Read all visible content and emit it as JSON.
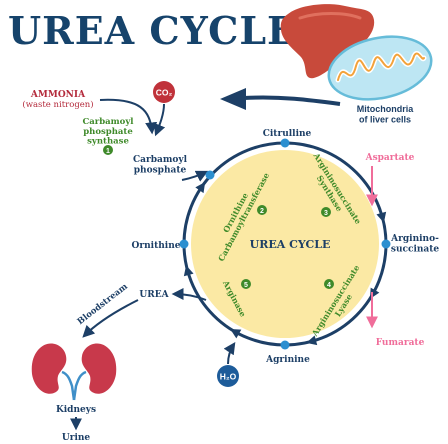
{
  "title": "UREA CYCLE",
  "source": {
    "label": "Mitochondria\nof liver cells"
  },
  "inputs": {
    "ammonia": "AMMONIA",
    "ammonia_sub": "(waste nitrogen)",
    "co2": "CO₂",
    "h2o": "H₂O"
  },
  "enzymes": [
    {
      "number": "1",
      "name": "Carbamoyl\nphosphate\nsynthase"
    },
    {
      "number": "2",
      "name": "Ornithine\nCarbamoyltransferase"
    },
    {
      "number": "3",
      "name": "Argininosuccinate\nSynthase"
    },
    {
      "number": "4",
      "name": "Argininosuccinate\nLyase"
    },
    {
      "number": "5",
      "name": "Arginase"
    }
  ],
  "metabolites": {
    "carbamoyl_phosphate": "Carbamoyl\nphosphate",
    "citrulline": "Citrulline",
    "aspartate": "Aspartate",
    "argininosuccinate": "Arginino-\nsuccinate",
    "fumarate": "Fumarate",
    "arginine": "Agrinine",
    "ornithine": "Ornithine",
    "urea": "UREA"
  },
  "center_label": "UREA CYCLE",
  "excretion": {
    "bloodstream": "Bloodstream",
    "kidneys": "Kidneys",
    "urine": "Urine"
  },
  "colors": {
    "title": "#16436b",
    "cycle_fill": "#fbe9a4",
    "cycle_stroke": "#1d3f66",
    "enzyme_green": "#3f8a2a",
    "node_blue": "#2c8fd0",
    "label_navy": "#1d3f66",
    "ammonia_red": "#b42b3c",
    "co2_red": "#c0323a",
    "pink": "#f06d9a",
    "liver": "#c84a3b",
    "kidney": "#c8394b"
  }
}
